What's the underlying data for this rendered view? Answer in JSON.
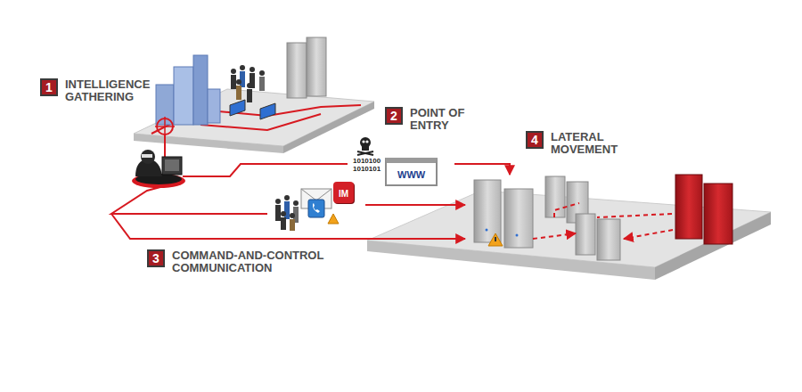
{
  "diagram": {
    "nodes": [
      {
        "text": [
          "1",
          "INTELLIGENCE GATHERING"
        ]
      },
      {
        "text": [
          "2",
          "POINT OF ENTRY"
        ]
      },
      {
        "text": [
          "4",
          "LATERAL MOVEMENT"
        ]
      },
      {
        "text": [
          "WWW"
        ]
      },
      {
        "text": [
          "IM"
        ]
      },
      {
        "text": [
          "3",
          "COMMAND-AND-CONTROL COMMUNICATION"
        ]
      }
    ],
    "labels": [
      "1010100 1010101"
    ]
  }
}
